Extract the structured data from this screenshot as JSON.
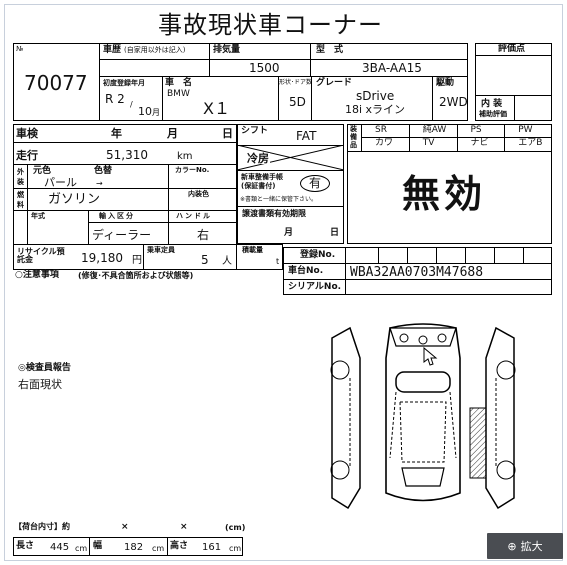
{
  "title": "事故現状車コーナー",
  "header": {
    "no_label": "№",
    "no_value": "70077",
    "history_label": "車歴",
    "history_note": "(自家用以外は記入)",
    "displacement_label": "排気量",
    "displacement_value": "1500",
    "model_label": "型　式",
    "model_value": "3BA-AA15",
    "rating_label": "評価点",
    "first_reg_label": "初度登録年月",
    "era": "R 2",
    "month_value": "10",
    "month_unit": "月",
    "car_name_label": "車　名",
    "maker": "BMW",
    "car_name": "X１",
    "shape_label": "形状･ドア数",
    "shape_value": "5D",
    "grade_label": "グレード",
    "grade_line1": "sDrive",
    "grade_line2": "18i xライン",
    "drive_label": "駆動",
    "drive_value": "2WD",
    "interior_label": "内 装",
    "interior_sub": "補助評価"
  },
  "left": {
    "inspection_label": "車検",
    "year_unit": "年",
    "month_unit": "月",
    "day_unit": "日",
    "mileage_label": "走行",
    "mileage_value": "51,310",
    "mileage_unit": "km",
    "ext_label": "外装",
    "color_label": "元色",
    "color_value": "パール",
    "repaint_label": "色替",
    "repaint_value": "→",
    "color_no_label": "カラーNo.",
    "fuel_label": "燃料",
    "fuel_value": "ガソリン",
    "int_color_label": "内装色",
    "year_label": "年式",
    "import_label": "輸入区分",
    "import_value": "ディーラー",
    "handle_label": "ハンドル",
    "handle_value": "右",
    "recycle_label": "リサイクル預託金",
    "recycle_value": "19,180",
    "recycle_unit": "円",
    "capacity_label": "乗車定員",
    "capacity_value": "5",
    "capacity_unit": "人",
    "load_label": "積載量",
    "load_unit": "t"
  },
  "mid": {
    "shift_label": "シフト",
    "shift_value": "FAT",
    "cooler_label": "冷房",
    "manual_label": "新車整備手帳(保証書付)",
    "manual_value": "有",
    "manual_note": "※書類と一緒に保管下さい。",
    "docs_label": "譲渡書類有効期限",
    "docs_month": "月",
    "docs_day": "日"
  },
  "equipment": {
    "label": "装備品",
    "items": [
      "SR",
      "純AW",
      "PS",
      "PW",
      "カワ",
      "TV",
      "ナビ",
      "エアB"
    ]
  },
  "status_stamp": "無効",
  "registration": {
    "reg_label": "登録No.",
    "chassis_label": "車台No.",
    "chassis_value": "WBA32AA0703M47688",
    "serial_label": "シリアルNo."
  },
  "notes": {
    "notice_label": "○注意事項",
    "notice_sub": "(修復･不具合箇所および状態等)",
    "inspector_label": "◎検査員報告",
    "inspector_text": "右面現状"
  },
  "dimensions": {
    "cargo_label": "【荷台内寸】約",
    "x1": "×",
    "x2": "×",
    "cm": "(cm)",
    "length_label": "長さ",
    "length_value": "445",
    "width_label": "幅",
    "width_value": "182",
    "height_label": "高さ",
    "height_value": "161",
    "unit": "cm"
  },
  "zoom_button": "拡大",
  "zoom_icon": "⊕"
}
